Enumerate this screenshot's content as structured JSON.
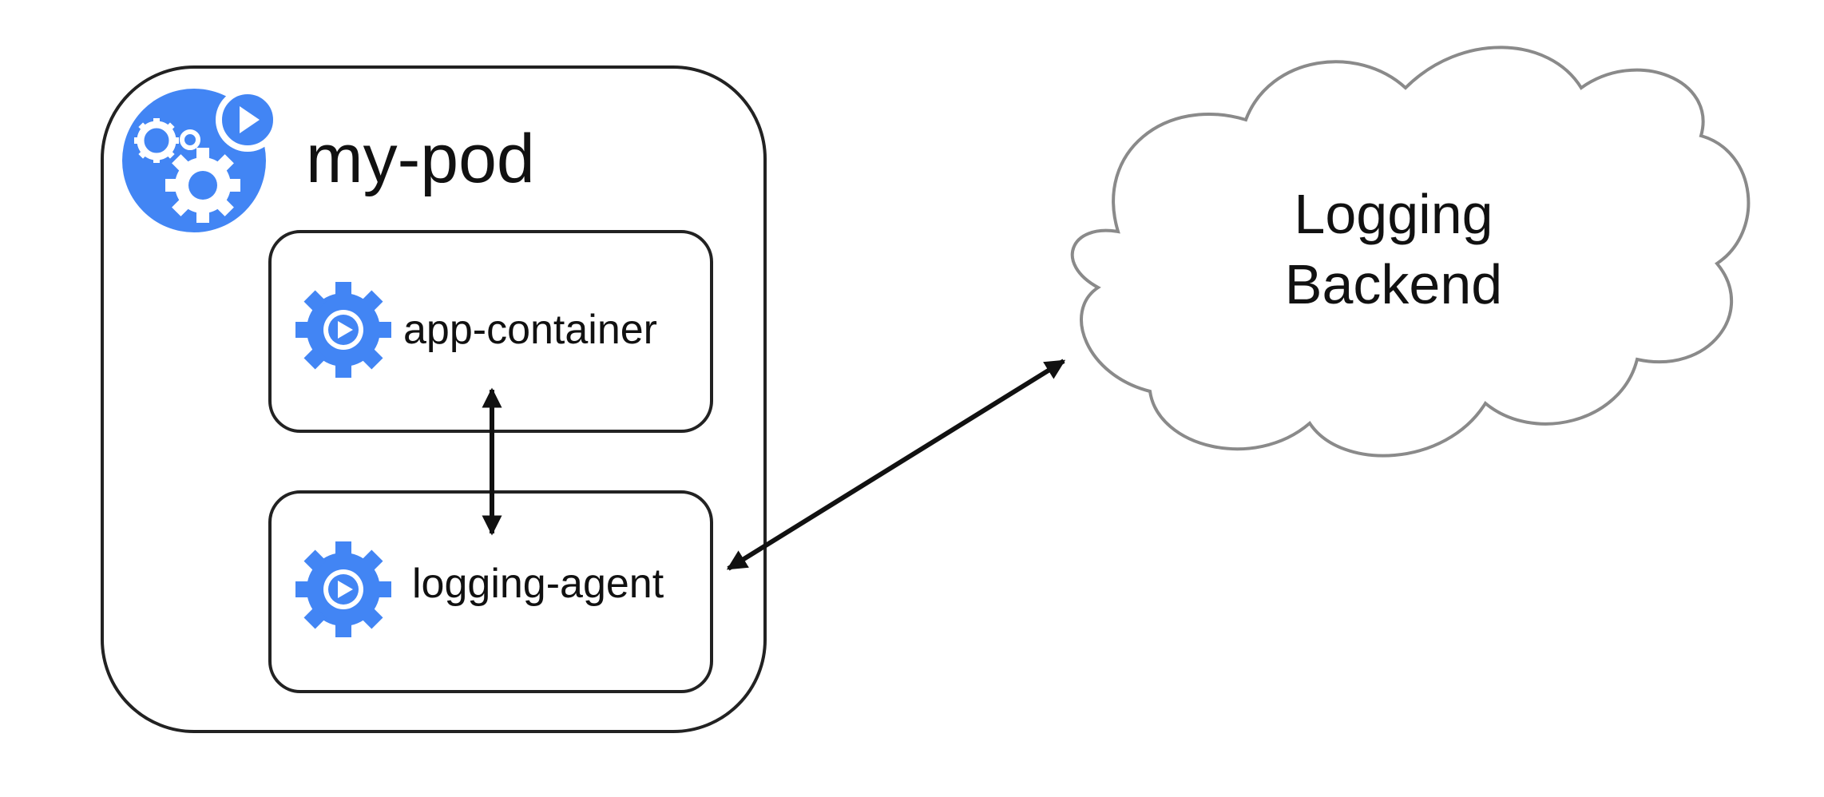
{
  "pod": {
    "title": "my-pod"
  },
  "containers": [
    {
      "label": "app-container"
    },
    {
      "label": "logging-agent"
    }
  ],
  "backend": {
    "line1": "Logging",
    "line2": "Backend"
  },
  "colors": {
    "accent": "#4285F4",
    "stroke": "#111111",
    "cloud_stroke": "#8a8a8a"
  }
}
